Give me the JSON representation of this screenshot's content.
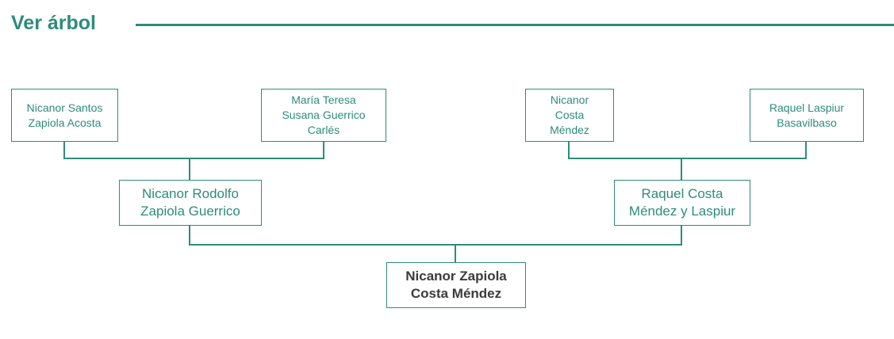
{
  "header": {
    "title": "Ver árbol"
  },
  "colors": {
    "accent_teal": "#2E8C7A",
    "root_text": "#3B3B3B",
    "background": "#FFFFFF"
  },
  "tree": {
    "grandparents": [
      {
        "name": "Nicanor Santos\nZapiola Acosta"
      },
      {
        "name": "María Teresa\nSusana Guerrico\nCarlés"
      },
      {
        "name": "Nicanor\nCosta\nMéndez"
      },
      {
        "name": "Raquel Laspiur\nBasavilbaso"
      }
    ],
    "parents": [
      {
        "name": "Nicanor Rodolfo\nZapiola Guerrico"
      },
      {
        "name": "Raquel Costa\nMéndez y Laspiur"
      }
    ],
    "root_person": {
      "name": "Nicanor Zapiola\nCosta Méndez"
    }
  }
}
